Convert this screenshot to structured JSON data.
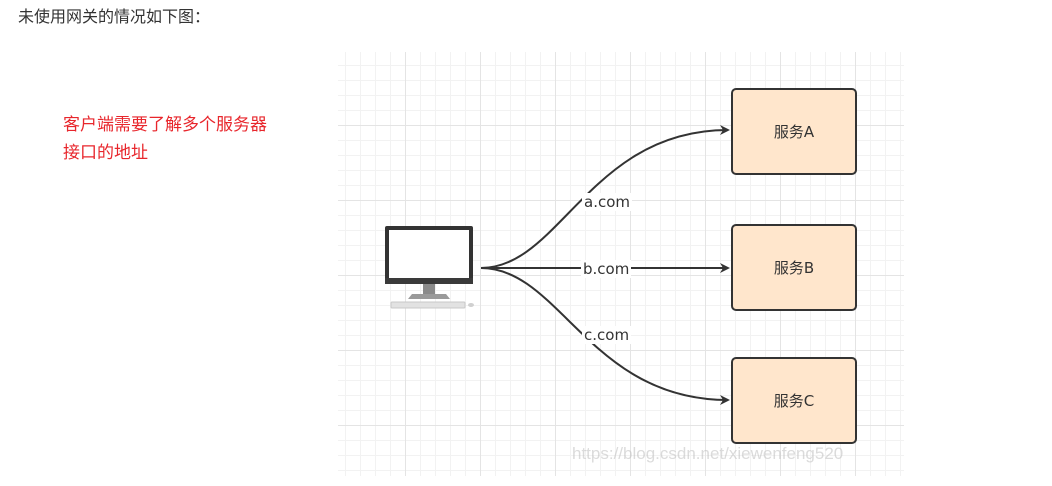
{
  "intro_text": "未使用网关的情况如下图：",
  "note": {
    "line1": "客户端需要了解多个服务器",
    "line2": "接口的地址"
  },
  "client": {
    "icon": "desktop-computer-icon"
  },
  "services": [
    {
      "label": "服务A"
    },
    {
      "label": "服务B"
    },
    {
      "label": "服务C"
    }
  ],
  "edges": [
    {
      "label": "a.com"
    },
    {
      "label": "b.com"
    },
    {
      "label": "c.com"
    }
  ],
  "watermark": "https://blog.csdn.net/xiewenfeng520",
  "colors": {
    "note_text": "#e8262c",
    "service_fill": "#ffe6cc",
    "stroke": "#333333"
  }
}
